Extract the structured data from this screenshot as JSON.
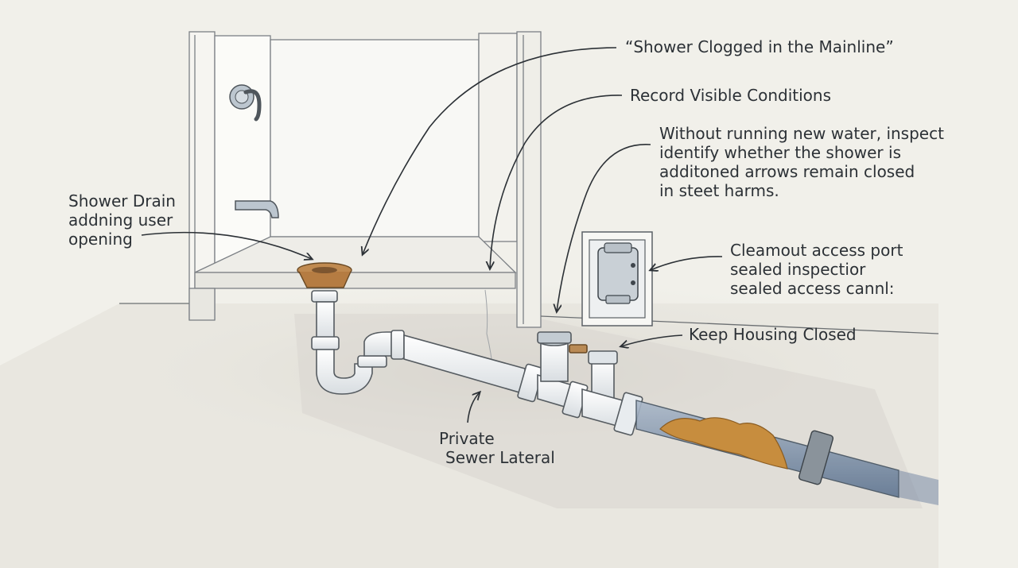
{
  "labels": {
    "mainline_title": "“Shower Clogged in the Mainline”",
    "record_conditions": "Record Visible Conditions",
    "without_running": {
      "lines": [
        "Without running new water, inspect",
        "identify whether the shower is",
        "additoned arrows remain closed",
        "in steet harms."
      ]
    },
    "shower_drain": {
      "lines": [
        "Shower Drain",
        "addning user",
        "opening"
      ]
    },
    "cleanout": {
      "lines": [
        "Cleamout access port",
        "sealed inspectior",
        "sealed access cannl:"
      ]
    },
    "keep_housing": "Keep Housing Closed",
    "sewer_lateral": {
      "lines": [
        "Private",
        "Sewer Lateral"
      ]
    }
  },
  "colors": {
    "background": "#f1f0ea",
    "ink": "#2c3136",
    "pipe_fill": "#f4f6f7",
    "pipe_stroke": "#555b60",
    "drain_bronze": "#c08a50",
    "clog_sludge": "#c78d3e",
    "clear_pipe_water": "#7b8ea5"
  }
}
